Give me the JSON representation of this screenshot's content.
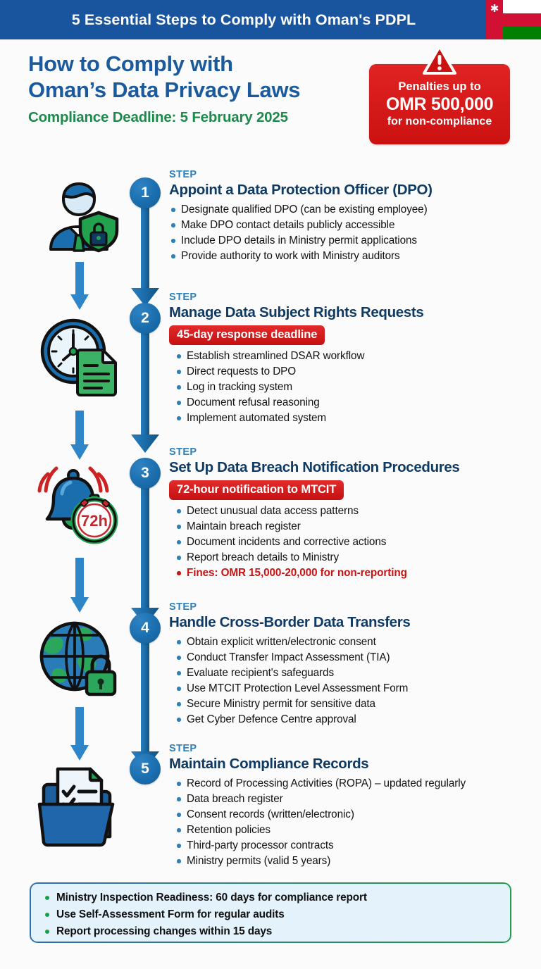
{
  "banner": {
    "title": "5 Essential Steps to Comply with Oman's PDPL",
    "flag_alt": "oman-flag",
    "bg_color": "#18559e"
  },
  "headline": {
    "line1": "How to Comply with",
    "line2": "Oman’s Data Privacy Laws",
    "deadline": "Compliance Deadline: 5 February 2025",
    "title_color": "#1b5a9c",
    "deadline_color": "#1b8a4a"
  },
  "penalty_badge": {
    "line1": "Penalties up to",
    "line2": "OMR 500,000",
    "line3": "for non-compliance",
    "bg_color": "#cc1111",
    "icon": "warning-triangle-icon"
  },
  "steps": [
    {
      "number": "1",
      "kicker": "STEP",
      "title": "Appoint a Data Protection Officer (DPO)",
      "tag": null,
      "icon": "officer-shield-icon",
      "bullets": [
        {
          "text": "Designate qualified DPO (can be existing employee)",
          "warn": false
        },
        {
          "text": "Make DPO contact details publicly accessible",
          "warn": false
        },
        {
          "text": "Include DPO details in Ministry permit applications",
          "warn": false
        },
        {
          "text": "Provide authority to work with Ministry auditors",
          "warn": false
        }
      ]
    },
    {
      "number": "2",
      "kicker": "STEP",
      "title": "Manage Data Subject Rights Requests",
      "tag": "45-day response deadline",
      "icon": "clock-document-icon",
      "bullets": [
        {
          "text": "Establish streamlined DSAR workflow",
          "warn": false
        },
        {
          "text": "Direct requests to DPO",
          "warn": false
        },
        {
          "text": "Log in tracking system",
          "warn": false
        },
        {
          "text": "Document refusal reasoning",
          "warn": false
        },
        {
          "text": "Implement automated system",
          "warn": false
        }
      ]
    },
    {
      "number": "3",
      "kicker": "STEP",
      "title": "Set Up Data Breach Notification Procedures",
      "tag": "72-hour notification to MTCIT",
      "icon": "bell-stopwatch-icon",
      "icon_label": "72h",
      "bullets": [
        {
          "text": "Detect unusual data access patterns",
          "warn": false
        },
        {
          "text": "Maintain breach register",
          "warn": false
        },
        {
          "text": "Document incidents and corrective actions",
          "warn": false
        },
        {
          "text": "Report breach details to Ministry",
          "warn": false
        },
        {
          "text": "Fines: OMR 15,000-20,000 for non-reporting",
          "warn": true
        }
      ]
    },
    {
      "number": "4",
      "kicker": "STEP",
      "title": "Handle Cross-Border Data Transfers",
      "tag": null,
      "icon": "globe-lock-icon",
      "bullets": [
        {
          "text": "Obtain explicit written/electronic consent",
          "warn": false
        },
        {
          "text": "Conduct Transfer Impact Assessment (TIA)",
          "warn": false
        },
        {
          "text": "Evaluate recipient's safeguards",
          "warn": false
        },
        {
          "text": "Use MTCIT Protection Level Assessment Form",
          "warn": false
        },
        {
          "text": "Secure Ministry permit for sensitive data",
          "warn": false
        },
        {
          "text": "Get Cyber Defence Centre approval",
          "warn": false
        }
      ]
    },
    {
      "number": "5",
      "kicker": "STEP",
      "title": "Maintain Compliance Records",
      "tag": null,
      "icon": "folder-checklist-icon",
      "bullets": [
        {
          "text": "Record of Processing Activities (ROPA) – updated regularly",
          "warn": false
        },
        {
          "text": "Data breach register",
          "warn": false
        },
        {
          "text": "Consent records (written/electronic)",
          "warn": false
        },
        {
          "text": "Retention policies",
          "warn": false
        },
        {
          "text": "Third-party processor contracts",
          "warn": false
        },
        {
          "text": "Ministry permits (valid 5 years)",
          "warn": false
        }
      ]
    }
  ],
  "footer": {
    "items": [
      "Ministry Inspection Readiness: 60 days for compliance report",
      "Use Self-Assessment Form for regular audits",
      "Report processing changes within 15 days"
    ],
    "bullet_color": "#1f9d4e",
    "bg_color": "#e4f3fb"
  }
}
